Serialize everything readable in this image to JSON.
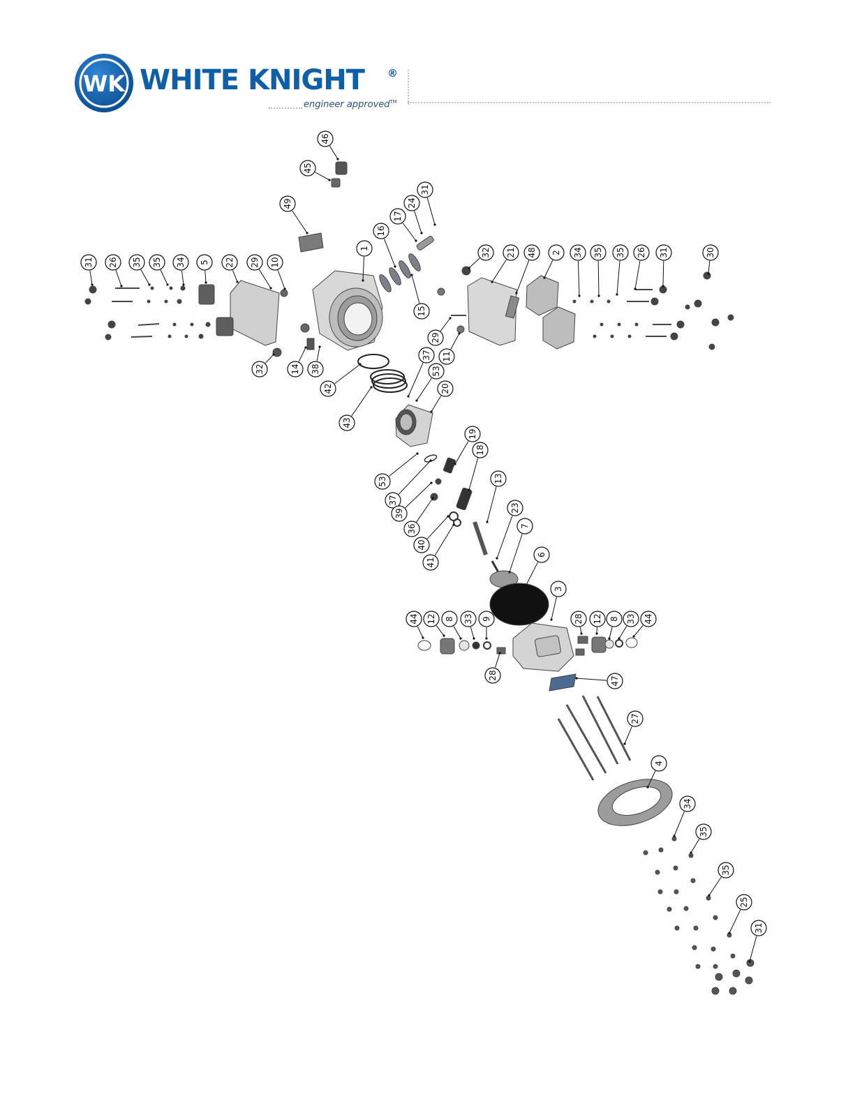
{
  "header": {
    "logo_initials": "WK",
    "brand_name": "WHITE KNIGHT",
    "registered_mark": "®",
    "tagline": "engineer approved",
    "tagline_mark": "TM"
  },
  "callouts": [
    {
      "id": "c46",
      "label": "46"
    },
    {
      "id": "c45",
      "label": "45"
    },
    {
      "id": "c49",
      "label": "49"
    },
    {
      "id": "c31a",
      "label": "31"
    },
    {
      "id": "c24",
      "label": "24"
    },
    {
      "id": "c17",
      "label": "17"
    },
    {
      "id": "c16",
      "label": "16"
    },
    {
      "id": "c1",
      "label": "1"
    },
    {
      "id": "c15",
      "label": "15"
    },
    {
      "id": "c31b",
      "label": "31"
    },
    {
      "id": "c26a",
      "label": "26"
    },
    {
      "id": "c35a",
      "label": "35"
    },
    {
      "id": "c35b",
      "label": "35"
    },
    {
      "id": "c34a",
      "label": "34"
    },
    {
      "id": "c5",
      "label": "5"
    },
    {
      "id": "c22",
      "label": "22"
    },
    {
      "id": "c29a",
      "label": "29"
    },
    {
      "id": "c10",
      "label": "10"
    },
    {
      "id": "c32a",
      "label": "32"
    },
    {
      "id": "c14",
      "label": "14"
    },
    {
      "id": "c38",
      "label": "38"
    },
    {
      "id": "c32b",
      "label": "32"
    },
    {
      "id": "c21",
      "label": "21"
    },
    {
      "id": "c48",
      "label": "48"
    },
    {
      "id": "c2",
      "label": "2"
    },
    {
      "id": "c34b",
      "label": "34"
    },
    {
      "id": "c35c",
      "label": "35"
    },
    {
      "id": "c35d",
      "label": "35"
    },
    {
      "id": "c26b",
      "label": "26"
    },
    {
      "id": "c31c",
      "label": "31"
    },
    {
      "id": "c30",
      "label": "30"
    },
    {
      "id": "c29b",
      "label": "29"
    },
    {
      "id": "c11",
      "label": "11"
    },
    {
      "id": "c42",
      "label": "42"
    },
    {
      "id": "c37a",
      "label": "37"
    },
    {
      "id": "c53a",
      "label": "53"
    },
    {
      "id": "c20",
      "label": "20"
    },
    {
      "id": "c43",
      "label": "43"
    },
    {
      "id": "c19",
      "label": "19"
    },
    {
      "id": "c18",
      "label": "18"
    },
    {
      "id": "c53b",
      "label": "53"
    },
    {
      "id": "c37b",
      "label": "37"
    },
    {
      "id": "c39",
      "label": "39"
    },
    {
      "id": "c36",
      "label": "36"
    },
    {
      "id": "c40",
      "label": "40"
    },
    {
      "id": "c41",
      "label": "41"
    },
    {
      "id": "c13",
      "label": "13"
    },
    {
      "id": "c23",
      "label": "23"
    },
    {
      "id": "c7",
      "label": "7"
    },
    {
      "id": "c6",
      "label": "6"
    },
    {
      "id": "c3",
      "label": "3"
    },
    {
      "id": "c44a",
      "label": "44"
    },
    {
      "id": "c12a",
      "label": "12"
    },
    {
      "id": "c8a",
      "label": "8"
    },
    {
      "id": "c33a",
      "label": "33"
    },
    {
      "id": "c9",
      "label": "9"
    },
    {
      "id": "c28a",
      "label": "28"
    },
    {
      "id": "c12b",
      "label": "12"
    },
    {
      "id": "c8b",
      "label": "8"
    },
    {
      "id": "c33b",
      "label": "33"
    },
    {
      "id": "c44b",
      "label": "44"
    },
    {
      "id": "c28b",
      "label": "28"
    },
    {
      "id": "c47",
      "label": "47"
    },
    {
      "id": "c27",
      "label": "27"
    },
    {
      "id": "c4",
      "label": "4"
    },
    {
      "id": "c34c",
      "label": "34"
    },
    {
      "id": "c35e",
      "label": "35"
    },
    {
      "id": "c35f",
      "label": "35"
    },
    {
      "id": "c25",
      "label": "25"
    },
    {
      "id": "c31d",
      "label": "31"
    }
  ]
}
